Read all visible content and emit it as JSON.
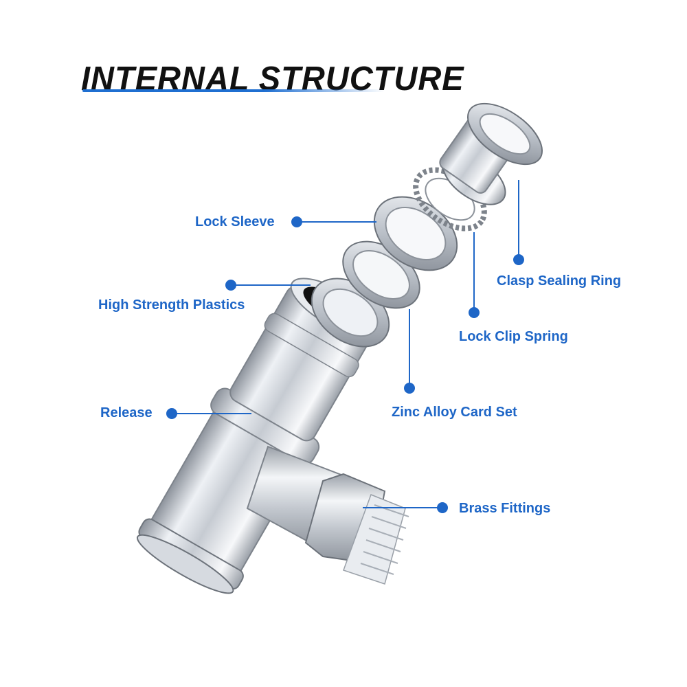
{
  "title": "INTERNAL STRUCTURE",
  "accent_color": "#1e66c7",
  "parts": {
    "lock_sleeve": "Lock Sleeve",
    "clasp_sealing_ring": "Clasp Sealing Ring",
    "high_strength_plastics": "High Strength Plastics",
    "lock_clip_spring": "Lock Clip Spring",
    "release": "Release",
    "zinc_alloy_card_set": "Zinc Alloy Card Set",
    "brass_fittings": "Brass Fittings"
  }
}
